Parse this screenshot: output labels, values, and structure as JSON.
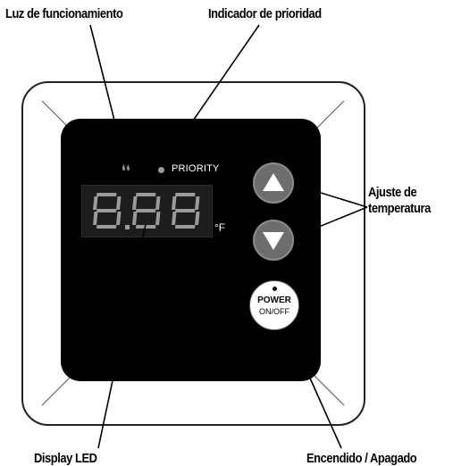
{
  "callouts": {
    "operation_light": "Luz de funcionamiento",
    "priority_indicator": "Indicador de prioridad",
    "temperature_adjust_line1": "Ajuste de",
    "temperature_adjust_line2": "temperatura",
    "led_display": "Display LED",
    "power": "Encendido / Apagado"
  },
  "panel": {
    "priority_label": "PRIORITY",
    "display_value": "8.88",
    "unit": "°F",
    "power_button": {
      "line1": "POWER",
      "line2": "ON/OFF"
    }
  },
  "icons": {
    "operation_light": "flame-icon",
    "temp_up": "arrow-up-icon",
    "temp_down": "arrow-down-icon",
    "power": "power-indicator-dot"
  },
  "colors": {
    "panel": "#000000",
    "buttons": "#6d6d6d",
    "led_segments": "#9a9a9a",
    "frame": "#222222"
  }
}
